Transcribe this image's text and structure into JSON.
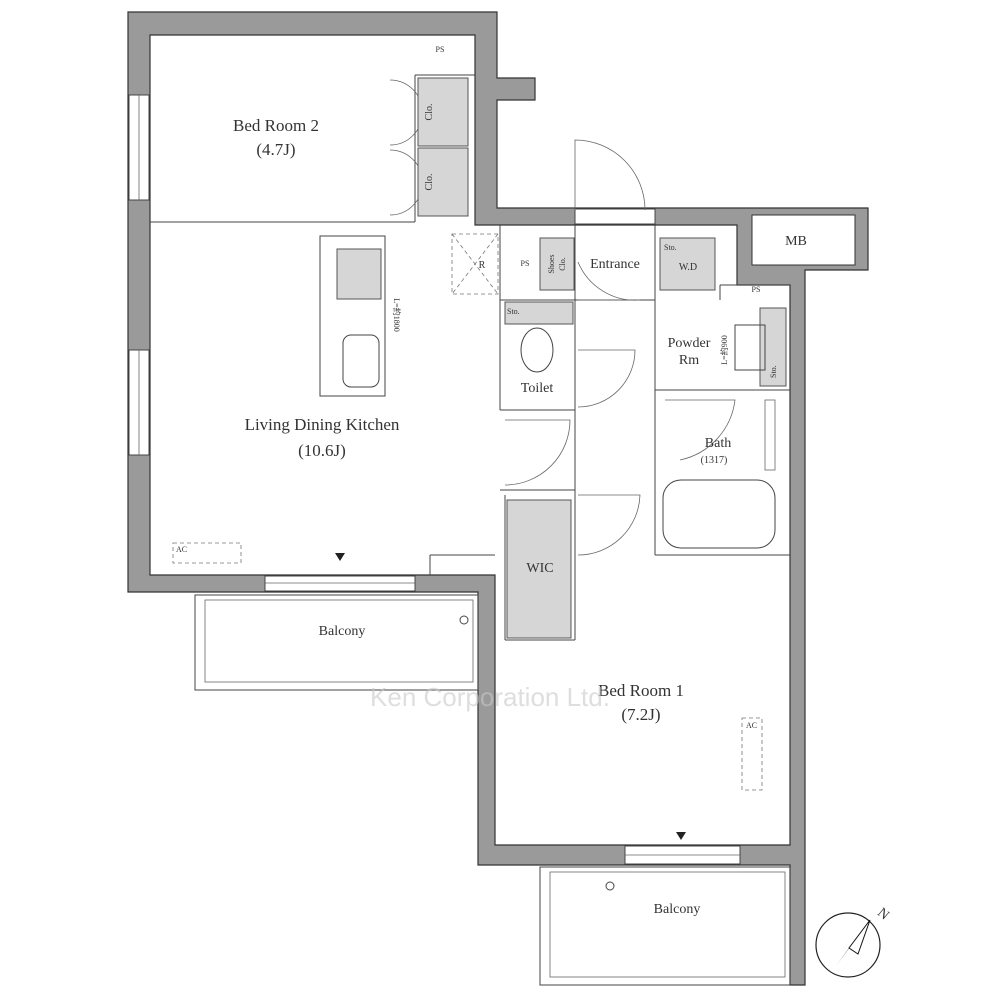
{
  "rooms": {
    "bedroom2": {
      "name": "Bed Room 2",
      "size": "(4.7J)"
    },
    "ldk": {
      "name": "Living Dining Kitchen",
      "size": "(10.6J)"
    },
    "bedroom1": {
      "name": "Bed Room 1",
      "size": "(7.2J)"
    },
    "balcony_left": "Balcony",
    "balcony_bottom": "Balcony",
    "entrance": "Entrance",
    "toilet": "Toilet",
    "powder": {
      "line1": "Powder",
      "line2": "Rm"
    },
    "bath": {
      "name": "Bath",
      "size": "(1317)"
    },
    "wic": "WIC",
    "mb": "MB"
  },
  "fixtures": {
    "ps_top": "PS",
    "ps_mid": "PS",
    "ps_right": "PS",
    "closet1": "Clo.",
    "closet2": "Clo.",
    "shoes_closet": {
      "line1": "Shoes",
      "line2": "Clo."
    },
    "refrigerator": "R",
    "storage_wd": "Sto.",
    "washer": "W.D",
    "storage_toilet": "Sto.",
    "storage_powder": "Sto.",
    "kitchen_length": "L=約1800",
    "vanity_length": "L=約900",
    "ac_ldk": "AC",
    "ac_bedroom1": "AC"
  },
  "watermark": "Ken Corporation Ltd.",
  "compass": {
    "label": "N"
  },
  "colors": {
    "wall": "#9a9a9a",
    "line": "#444444",
    "fixture": "#d6d6d6"
  }
}
